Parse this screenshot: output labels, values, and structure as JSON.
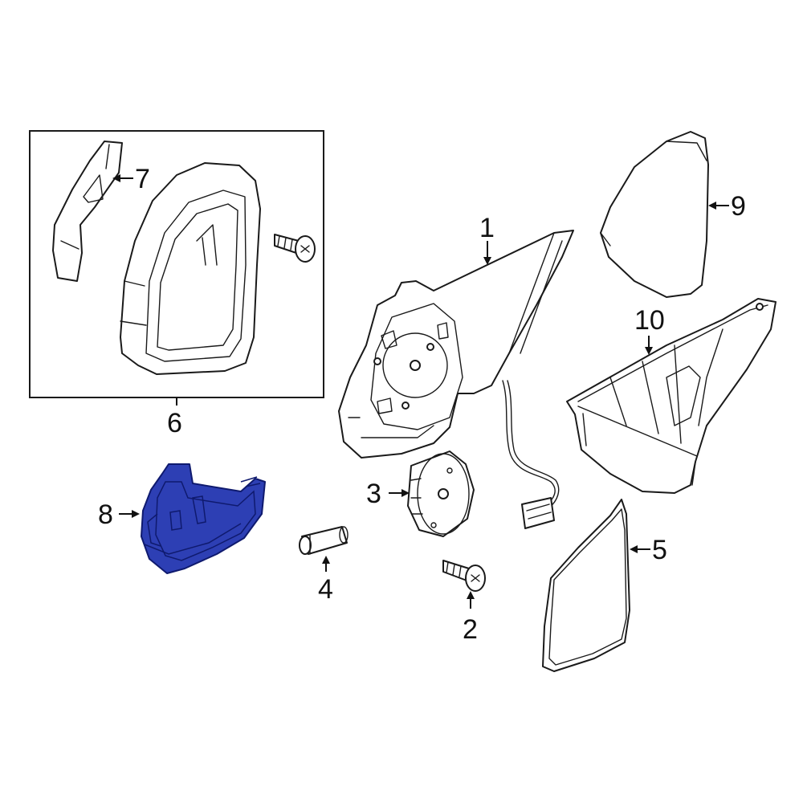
{
  "callouts": {
    "c1": "1",
    "c2": "2",
    "c3": "3",
    "c4": "4",
    "c5": "5",
    "c6": "6",
    "c7": "7",
    "c8": "8",
    "c9": "9",
    "c10": "10"
  },
  "colors": {
    "highlight_part": "#2d3fb4",
    "highlight_edge": "#0f1a6e",
    "line": "#1a1a1a",
    "background": "#ffffff"
  }
}
